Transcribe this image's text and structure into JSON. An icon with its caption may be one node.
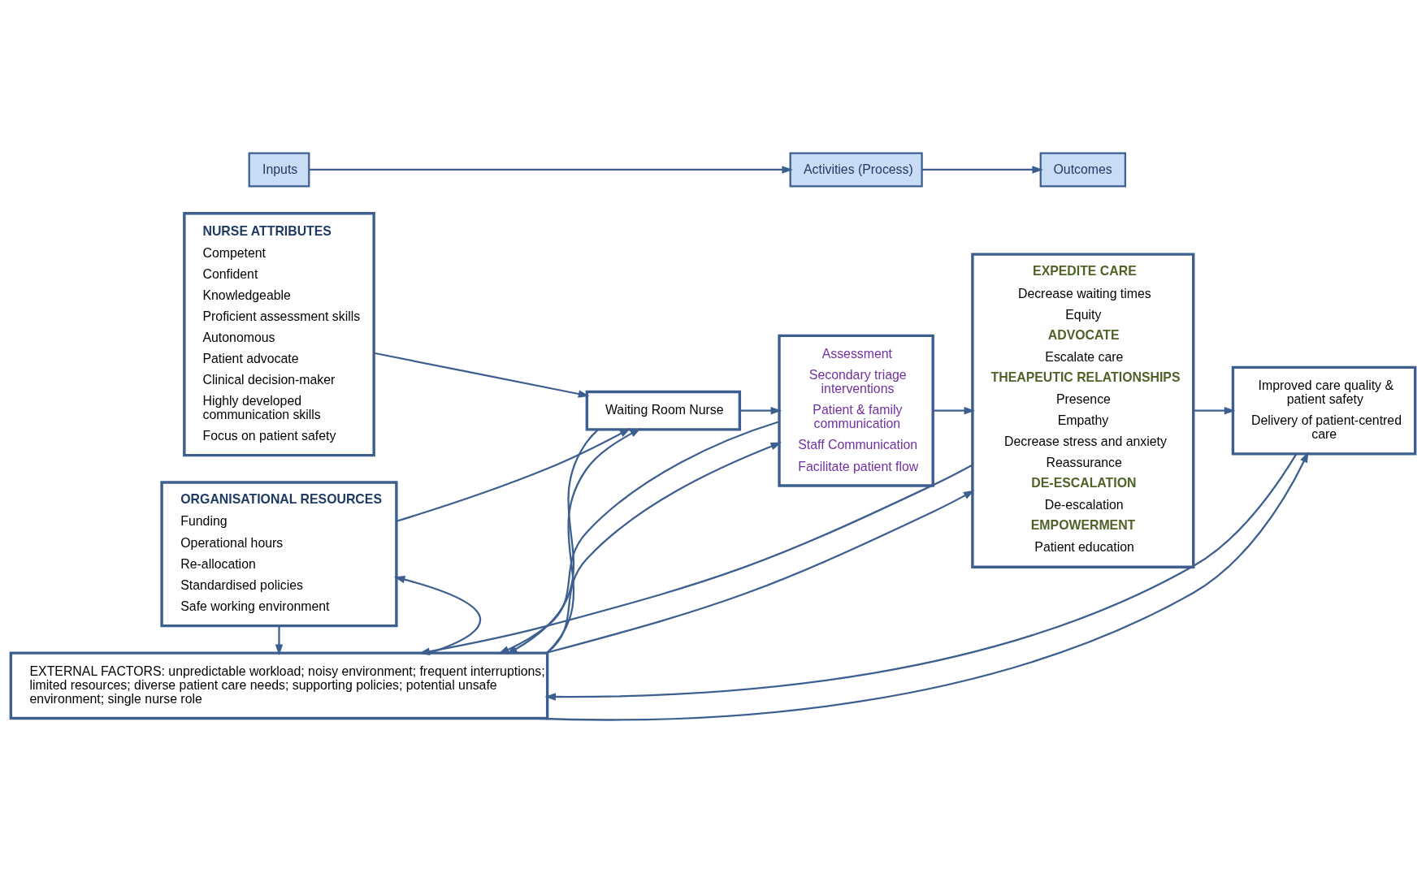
{
  "diagram": {
    "nodes": [
      {
        "text": [
          "Inputs"
        ]
      },
      {
        "text": [
          "Activities (Process)"
        ]
      },
      {
        "text": [
          "Outcomes"
        ]
      },
      {
        "text": [
          "NURSE ATTRIBUTES",
          "Competent",
          "Confident",
          "Knowledgeable",
          "Proficient assessment skills",
          "Autonomous",
          "Patient advocate",
          "Clinical decision-maker",
          "Highly developed communication skills",
          "Focus on patient safety"
        ]
      },
      {
        "text": [
          "ORGANISATIONAL RESOURCES",
          "Funding",
          "Operational hours",
          "Re-allocation",
          "Standardised policies",
          "Safe working environment"
        ]
      },
      {
        "text": [
          "Waiting Room Nurse"
        ]
      },
      {
        "text": [
          "Assessment",
          "Secondary triage interventions",
          "Patient & family communication",
          "Staff Communication",
          "Facilitate patient flow"
        ]
      },
      {
        "text": [
          "EXPEDITE CARE",
          "Decrease waiting times",
          "Equity",
          "ADVOCATE",
          "Escalate care",
          "THEAPEUTIC RELATIONSHIPS",
          "Presence",
          "Empathy",
          "Decrease stress and anxiety",
          "Reassurance",
          "DE-ESCALATION",
          "De-escalation",
          "EMPOWERMENT",
          "Patient education"
        ]
      },
      {
        "text": [
          "Improved care quality & patient safety",
          "Delivery of patient-centred care"
        ]
      },
      {
        "text": [
          "EXTERNAL FACTORS: unpredictable workload; noisy environment; frequent interruptions; limited resources; diverse patient care needs; supporting policies; potential unsafe environment; single nurse role"
        ]
      }
    ],
    "edges": [
      {
        "from": 0,
        "to": 1,
        "arrow": "to"
      },
      {
        "from": 1,
        "to": 2,
        "arrow": "to"
      },
      {
        "from": 3,
        "to": 5,
        "arrow": "to"
      },
      {
        "from": 4,
        "to": 5,
        "arrow": "to"
      },
      {
        "from": 5,
        "to": 6,
        "arrow": "to"
      },
      {
        "from": 6,
        "to": 7,
        "arrow": "to"
      },
      {
        "from": 7,
        "to": 8,
        "arrow": "to"
      },
      {
        "from": 9,
        "to": 4,
        "arrow": "to"
      },
      {
        "from": 4,
        "to": 9,
        "arrow": "to"
      },
      {
        "from": 9,
        "to": 5,
        "arrow": "to"
      },
      {
        "from": 5,
        "to": 9,
        "arrow": "to"
      },
      {
        "from": 9,
        "to": 6,
        "arrow": "to"
      },
      {
        "from": 6,
        "to": 9,
        "arrow": "to"
      },
      {
        "from": 9,
        "to": 7,
        "arrow": "to"
      },
      {
        "from": 7,
        "to": 9,
        "arrow": "to"
      },
      {
        "from": 9,
        "to": 8,
        "arrow": "to"
      },
      {
        "from": 8,
        "to": 9,
        "arrow": "to"
      }
    ]
  }
}
